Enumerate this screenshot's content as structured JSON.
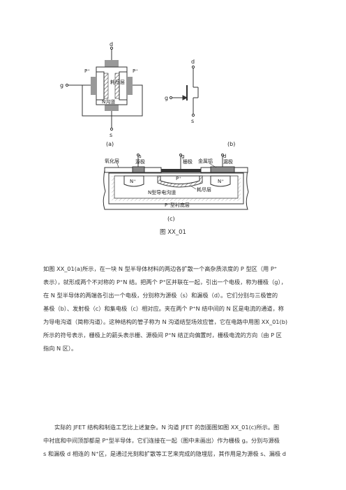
{
  "figure": {
    "labels_a": {
      "d": "d",
      "g": "g",
      "s": "s",
      "p_left": "P⁺",
      "p_right": "P⁺",
      "depletion": "耗尽层",
      "channel": "N沟道"
    },
    "labels_b": {
      "d": "d",
      "g": "g",
      "s": "s"
    },
    "sub_a": "(a)",
    "sub_b": "(b)",
    "sub_c": "(c)",
    "labels_c": {
      "oxide": "氧化层",
      "source_s": "s",
      "source": "源极",
      "gate_g": "g",
      "gate": "栅极",
      "metal": "金属铝",
      "drain_d": "d",
      "drain": "漏极",
      "n_left": "N⁺",
      "p_mid": "P⁺",
      "n_right": "N⁺",
      "depletion": "耗尽层",
      "channel": "N型导电沟道",
      "substrate": "P⁺型衬底层"
    },
    "caption": "图 XX_01"
  },
  "paragraph1": [
    "如图 XX_01(a)所示，在一块 N 型半导体材料的两边各扩散一个高杂质浓度的 P 型区（用 P⁺",
    "表示），就形成两个不对称的 P⁺N 结。把两个 P⁺区并联在一起，引出一个电极，称为栅极（g），",
    "在 N 型半导体的两端各引出一个电极，分别称为源极（s）和漏极（d）。它们分别与三极管的",
    "基极（b）、发射极（c）和集电极（c）相对应。夹在两个 P⁺N 结中间的 N 区是电流的通道，称",
    "为导电沟道（简称沟道）。这种结构的管子称为 N 沟道结型场效应管，它在电路中用图 XX_01(b)",
    "所示的符号表示，栅极上的箭头表示栅、源极间 P⁺N 结正向偏置时，栅极电流的方向（由 P 区",
    "指向 N 区）。"
  ],
  "paragraph2": [
    "实际的 JFET 结构和制造工艺比上述复杂。N 沟道 JFET 的剖面图如图 XX_01(c)所示。图",
    "中衬底和中间顶部都是 P⁺型半导体，它们连接在一起（图中未画出）作为栅极 g。分别与源极",
    "s 和漏极 d 相连的 N⁺区，是通过光刻和扩散等工艺来完成的隐埋层，其作用是为源极 s、漏极 d"
  ]
}
